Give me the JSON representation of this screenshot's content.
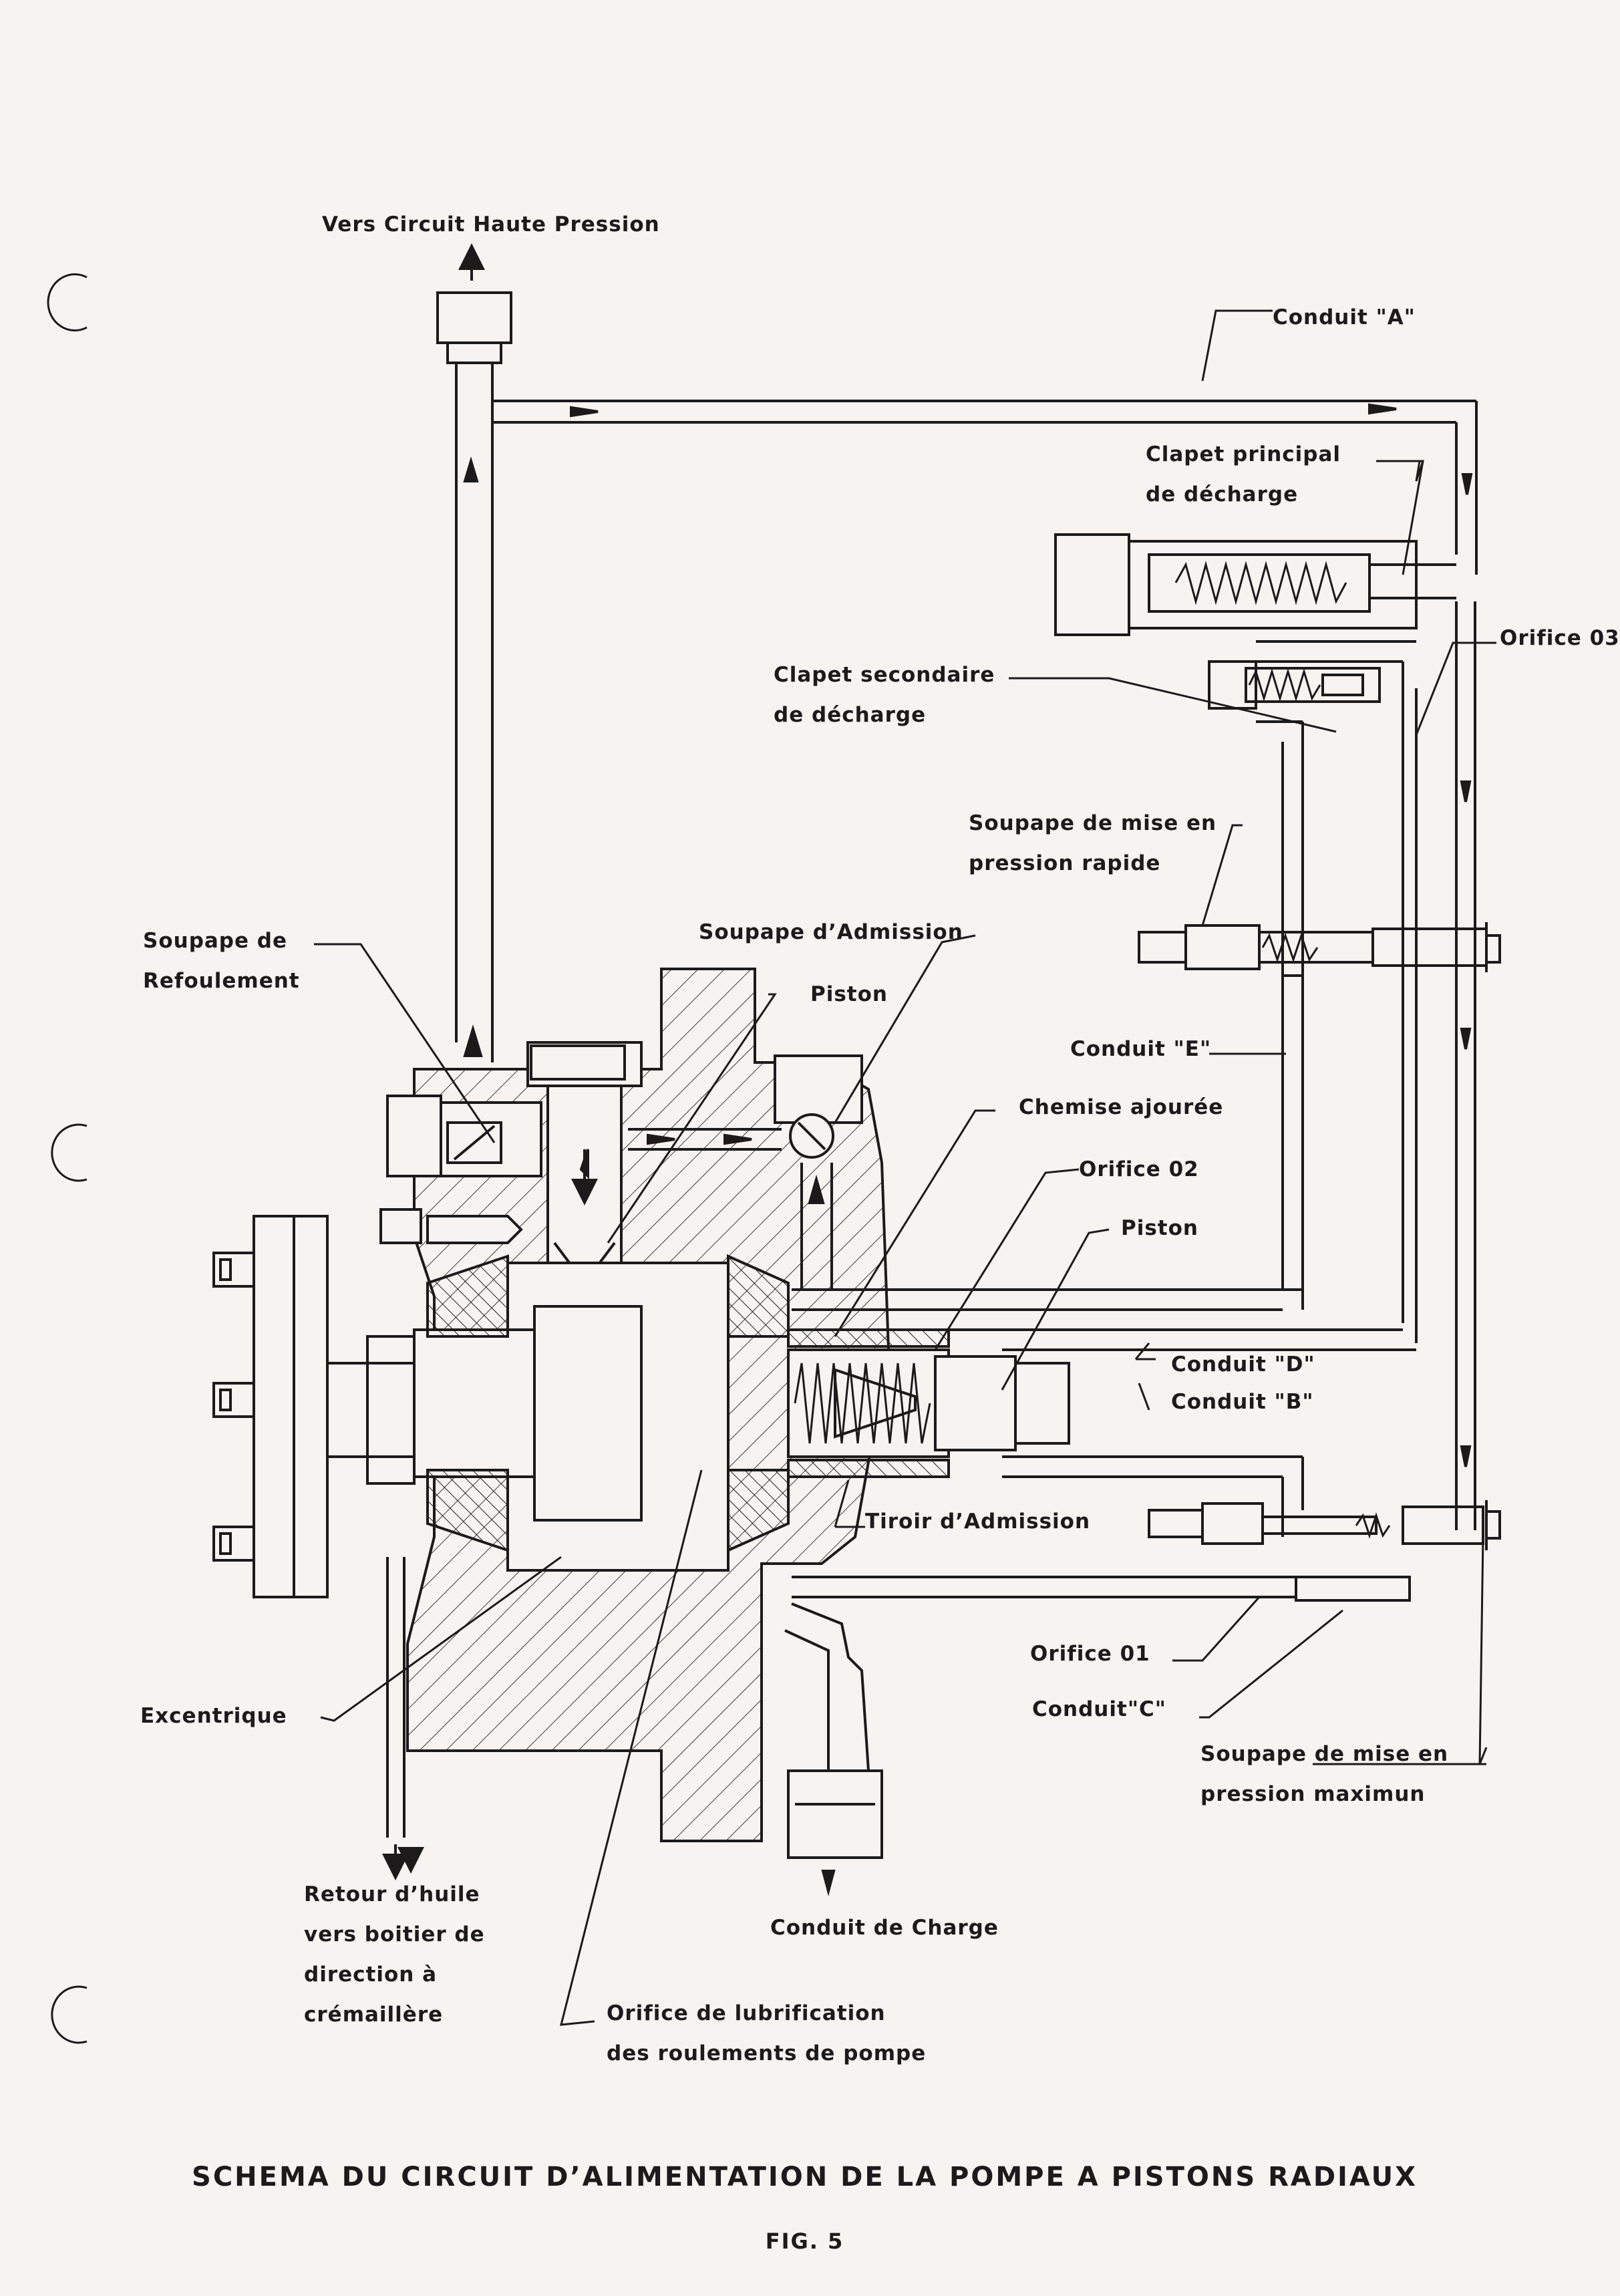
{
  "labels": {
    "vers_circuit": "Vers Circuit Haute Pression",
    "conduit_a": "Conduit \"A\"",
    "clapet_principal_1": "Clapet principal",
    "clapet_principal_2": "de décharge",
    "orifice_03": "Orifice 03",
    "clapet_secondaire_1": "Clapet secondaire",
    "clapet_secondaire_2": "de décharge",
    "soupape_rapide_1": "Soupape de mise en",
    "soupape_rapide_2": "pression rapide",
    "soupape_refoulement_1": "Soupape de",
    "soupape_refoulement_2": "Refoulement",
    "soupape_admission": "Soupape d’Admission",
    "piston_1": "Piston",
    "conduit_e": "Conduit \"E\"",
    "chemise": "Chemise ajourée",
    "orifice_02": "Orifice 02",
    "piston_2": "Piston",
    "conduit_d": "Conduit \"D\"",
    "conduit_b": "Conduit \"B\"",
    "tiroir": "Tiroir d’Admission",
    "orifice_01": "Orifice 01",
    "conduit_c": "Conduit\"C\"",
    "excentrique": "Excentrique",
    "soupape_max_1": "Soupape de mise en",
    "soupape_max_2": "pression maximun",
    "retour_1": "Retour d’huile",
    "retour_2": "vers boitier de",
    "retour_3": "direction à",
    "retour_4": "crémaillère",
    "conduit_charge": "Conduit de Charge",
    "orifice_lub_1": "Orifice de lubrification",
    "orifice_lub_2": "des roulements de pompe"
  },
  "caption": {
    "title": "SCHEMA DU CIRCUIT D’ALIMENTATION DE LA POMPE A PISTONS RADIAUX",
    "fig": "FIG. 5"
  },
  "colors": {
    "ink": "#1c1a1a",
    "paper": "#f6f3f1"
  }
}
